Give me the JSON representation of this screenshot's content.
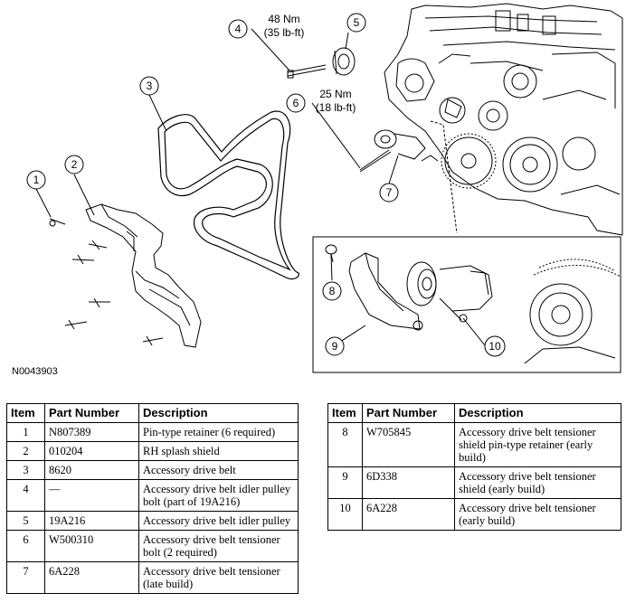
{
  "figure": {
    "id": "N0043903",
    "callouts": [
      "1",
      "2",
      "3",
      "4",
      "5",
      "6",
      "7",
      "8",
      "9",
      "10"
    ],
    "torque": {
      "bolt4": [
        "48 Nm",
        "(35 lb-ft)"
      ],
      "bolt6": [
        "25 Nm",
        "(18 lb-ft)"
      ]
    }
  },
  "headers": {
    "item": "Item",
    "part_number": "Part Number",
    "description": "Description"
  },
  "left_rows": [
    {
      "item": "1",
      "part": "N807389",
      "desc": "Pin-type retainer (6 required)"
    },
    {
      "item": "2",
      "part": "010204",
      "desc": "RH splash shield"
    },
    {
      "item": "3",
      "part": "8620",
      "desc": "Accessory drive belt"
    },
    {
      "item": "4",
      "part": "—",
      "desc": "Accessory drive belt idler pulley bolt (part of 19A216)"
    },
    {
      "item": "5",
      "part": "19A216",
      "desc": "Accessory drive belt idler pulley"
    },
    {
      "item": "6",
      "part": "W500310",
      "desc": "Accessory drive belt tensioner bolt (2 required)"
    },
    {
      "item": "7",
      "part": "6A228",
      "desc": "Accessory drive belt tensioner (late build)"
    }
  ],
  "right_rows": [
    {
      "item": "8",
      "part": "W705845",
      "desc": "Accessory drive belt tensioner shield pin-type retainer (early build)"
    },
    {
      "item": "9",
      "part": "6D338",
      "desc": "Accessory drive belt tensioner shield (early build)"
    },
    {
      "item": "10",
      "part": "6A228",
      "desc": "Accessory drive belt tensioner (early build)"
    }
  ]
}
